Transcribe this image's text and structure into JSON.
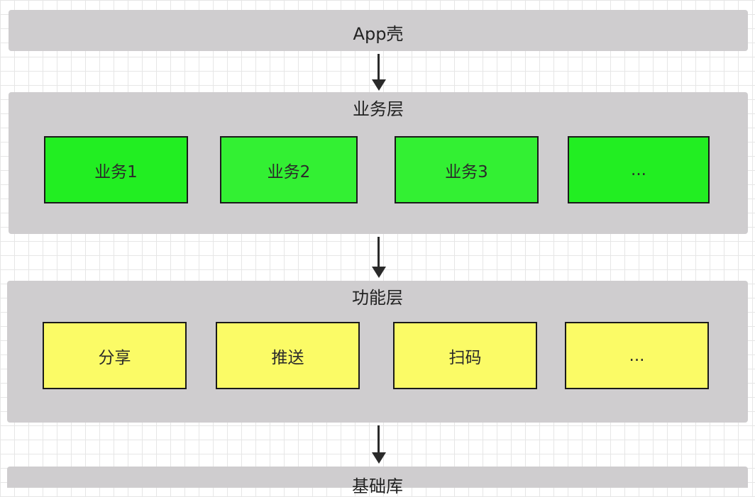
{
  "app_shell": {
    "title": "App壳"
  },
  "business_layer": {
    "title": "业务层",
    "items": [
      {
        "label": "业务1",
        "color": "#22ee22"
      },
      {
        "label": "业务2",
        "color": "#33f033"
      },
      {
        "label": "业务3",
        "color": "#33f033"
      },
      {
        "label": "...",
        "color": "#22ee22"
      }
    ]
  },
  "function_layer": {
    "title": "功能层",
    "items": [
      {
        "label": "分享",
        "color": "#fbfb66"
      },
      {
        "label": "推送",
        "color": "#fbfb66"
      },
      {
        "label": "扫码",
        "color": "#fbfb66"
      },
      {
        "label": "...",
        "color": "#fbfb66"
      }
    ]
  },
  "base_layer": {
    "title": "基础库"
  },
  "colors": {
    "layer_bg": "#cfcdcf",
    "arrow": "#2a2a2a"
  }
}
